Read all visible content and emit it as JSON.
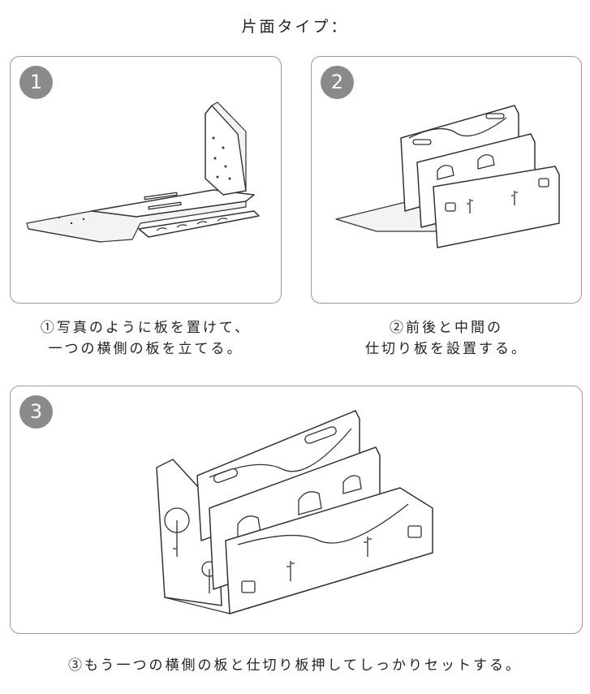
{
  "title": "片面タイプ：",
  "steps": [
    {
      "number": "1",
      "caption_lines": [
        "①写真のように板を置けて、",
        "一つの横側の板を立てる。"
      ]
    },
    {
      "number": "2",
      "caption_lines": [
        "②前後と中間の",
        "仕切り板を設置する。"
      ]
    },
    {
      "number": "3",
      "caption_lines": [
        "③もう一つの横側の板と仕切り板押してしっかりセットする。"
      ]
    }
  ]
}
